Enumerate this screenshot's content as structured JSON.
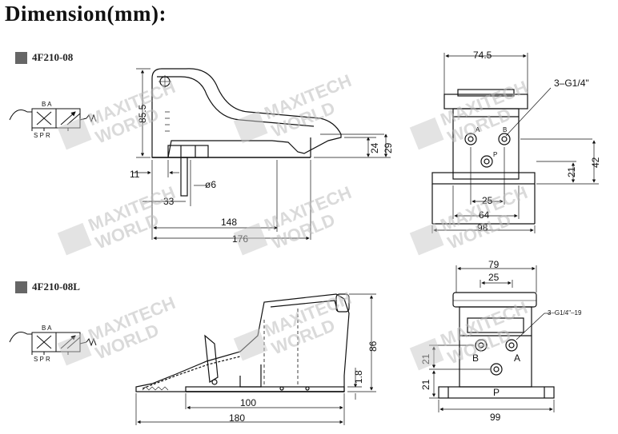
{
  "title": "Dimension(mm):",
  "models": [
    {
      "name": "4F210-08"
    },
    {
      "name": "4F210-08L"
    }
  ],
  "symbol": {
    "top_ports": "B A",
    "bottom_ports": "S P R"
  },
  "watermark": {
    "line1": "MAXITECH",
    "line2": "WORLD"
  },
  "view1": {
    "height_85_5": "85.5",
    "dim_24": "24",
    "dim_29": "29",
    "dim_11": "11",
    "dia_6": "ø6",
    "dim_33": "33",
    "dim_148": "148",
    "dim_176": "176"
  },
  "view2": {
    "dim_74_5": "74.5",
    "port_note": "3–G1/4\"",
    "port_a": "A",
    "port_b": "B",
    "port_p": "P",
    "dim_42": "42",
    "dim_21": "21",
    "dim_25": "25",
    "dim_64": "64",
    "dim_98": "98"
  },
  "view3": {
    "dim_86": "86",
    "dim_1_8": "1.8",
    "dim_100": "100",
    "dim_180": "180"
  },
  "view4": {
    "dim_79": "79",
    "dim_25": "25",
    "port_note": "3–G1/4\"–19",
    "port_a": "A",
    "port_b": "B",
    "port_p": "P",
    "dim_21_top": "21",
    "dim_21_bottom": "21",
    "dim_99": "99"
  }
}
